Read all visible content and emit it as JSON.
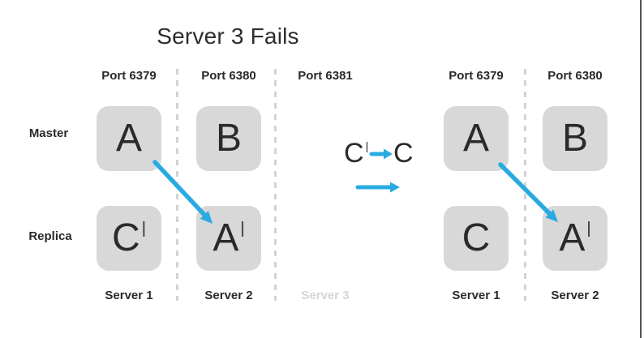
{
  "title": "Server 3 Fails",
  "colors": {
    "arrow_blue": "#29abe2",
    "box_gray": "#d8d8d9",
    "text_dark": "#2b2a2b",
    "failed_muted_gray": "#d5d5d7"
  },
  "row_labels": {
    "master": "Master",
    "replica": "Replica"
  },
  "before": {
    "columns": [
      {
        "port": "Port 6379",
        "server": "Server 1",
        "master_box": "A",
        "replica_box": "C",
        "replica_prime": true
      },
      {
        "port": "Port 6380",
        "server": "Server 2",
        "master_box": "B",
        "replica_box": "A",
        "replica_prime": true
      },
      {
        "port": "Port 6381",
        "server": "Server 3",
        "failed": true
      }
    ]
  },
  "after": {
    "columns": [
      {
        "port": "Port 6379",
        "server": "Server 1",
        "master_box": "A",
        "replica_box": "C"
      },
      {
        "port": "Port 6380",
        "server": "Server 2",
        "master_box": "B",
        "replica_box": "A",
        "replica_prime": true
      }
    ]
  },
  "transition": {
    "from_letter": "C",
    "to_letter": "C"
  },
  "prime_mark": "|"
}
